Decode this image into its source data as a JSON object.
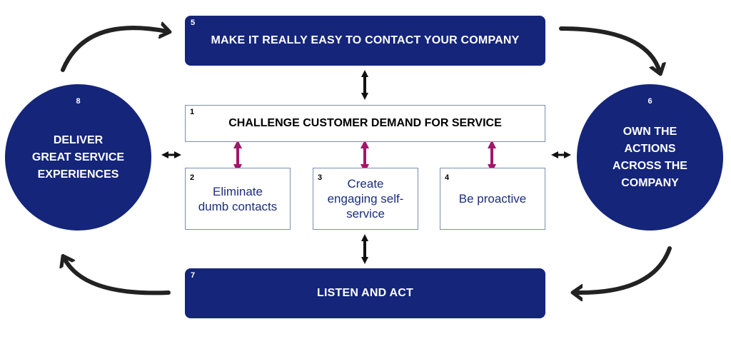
{
  "colors": {
    "navy": "#14257a",
    "magenta": "#a0186a",
    "black": "#111111",
    "sub_text": "#1b2e7a"
  },
  "nodes": {
    "contact": {
      "number": "5",
      "label": "MAKE IT REALLY EASY TO CONTACT YOUR COMPANY"
    },
    "own": {
      "number": "6",
      "label": "OWN THE\nACTIONS\nACROSS THE\nCOMPANY"
    },
    "listen": {
      "number": "7",
      "label": "LISTEN AND ACT"
    },
    "deliver": {
      "number": "8",
      "label": "DELIVER\nGREAT SERVICE\nEXPERIENCES"
    },
    "challenge": {
      "number": "1",
      "label": "CHALLENGE CUSTOMER DEMAND FOR SERVICE"
    },
    "eliminate": {
      "number": "2",
      "label": "Eliminate\ndumb contacts"
    },
    "self_service": {
      "number": "3",
      "label": "Create\nengaging self-\nservice"
    },
    "proactive": {
      "number": "4",
      "label": "Be proactive"
    }
  },
  "connectors": {
    "curved_arrows": [
      "contact-to-own",
      "own-to-listen",
      "listen-to-deliver",
      "deliver-to-contact"
    ],
    "double_arrows": [
      "contact-challenge",
      "challenge-listen",
      "deliver-challenge",
      "challenge-own",
      "challenge-eliminate",
      "challenge-self-service",
      "challenge-proactive"
    ]
  }
}
